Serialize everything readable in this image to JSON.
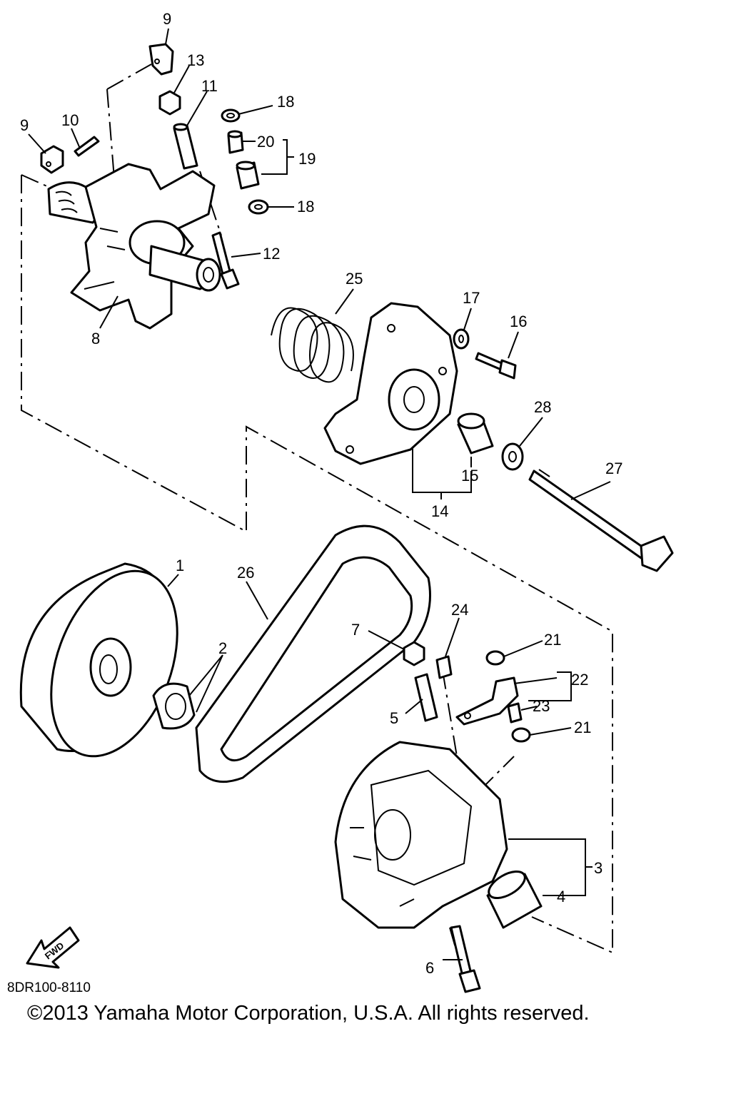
{
  "callouts": {
    "p1": "1",
    "p2": "2",
    "p3": "3",
    "p4": "4",
    "p5": "5",
    "p6": "6",
    "p7": "7",
    "p8": "8",
    "p9a": "9",
    "p9b": "9",
    "p10": "10",
    "p11": "11",
    "p12": "12",
    "p13": "13",
    "p14": "14",
    "p15": "15",
    "p16": "16",
    "p17": "17",
    "p18a": "18",
    "p18b": "18",
    "p19": "19",
    "p20": "20",
    "p21a": "21",
    "p21b": "21",
    "p22": "22",
    "p23": "23",
    "p24": "24",
    "p25": "25",
    "p26": "26",
    "p27": "27",
    "p28": "28"
  },
  "fwd_label": "FWD",
  "diagram_code": "8DR100-8110",
  "copyright": "©2013 Yamaha Motor Corporation, U.S.A. All rights reserved.",
  "icons": {
    "forward_arrow": "fwd-arrow-icon"
  },
  "colors": {
    "line": "#000000",
    "background": "#ffffff"
  }
}
